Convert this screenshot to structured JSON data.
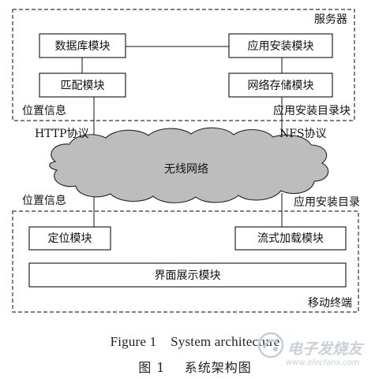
{
  "diagram": {
    "server_group": {
      "label": "服务器",
      "db_module": "数据库模块",
      "app_install_module": "应用安装模块",
      "match_module": "匹配模块",
      "net_storage_module": "网络存储模块",
      "location_info": "位置信息",
      "app_install_dir": "应用安装目录块"
    },
    "network": {
      "http_protocol": "HTTP协议",
      "nfs_protocol": "NFS协议",
      "wireless_network": "无线网络"
    },
    "mobile_group": {
      "label": "移动终端",
      "location_info": "位置信息",
      "app_install_dir": "应用安装目录",
      "positioning_module": "定位模块",
      "streaming_load_module": "流式加载模块",
      "ui_display_module": "界面展示模块"
    },
    "colors": {
      "cloud_fill": "#bdbdbd",
      "line": "#111111",
      "group_border": "#333333"
    }
  },
  "caption": {
    "english": "Figure 1    System architecture",
    "chinese": "图 1    系统架构图"
  },
  "watermark": {
    "brand_cn": "电子发烧友",
    "url": "www.elecfans.com"
  }
}
